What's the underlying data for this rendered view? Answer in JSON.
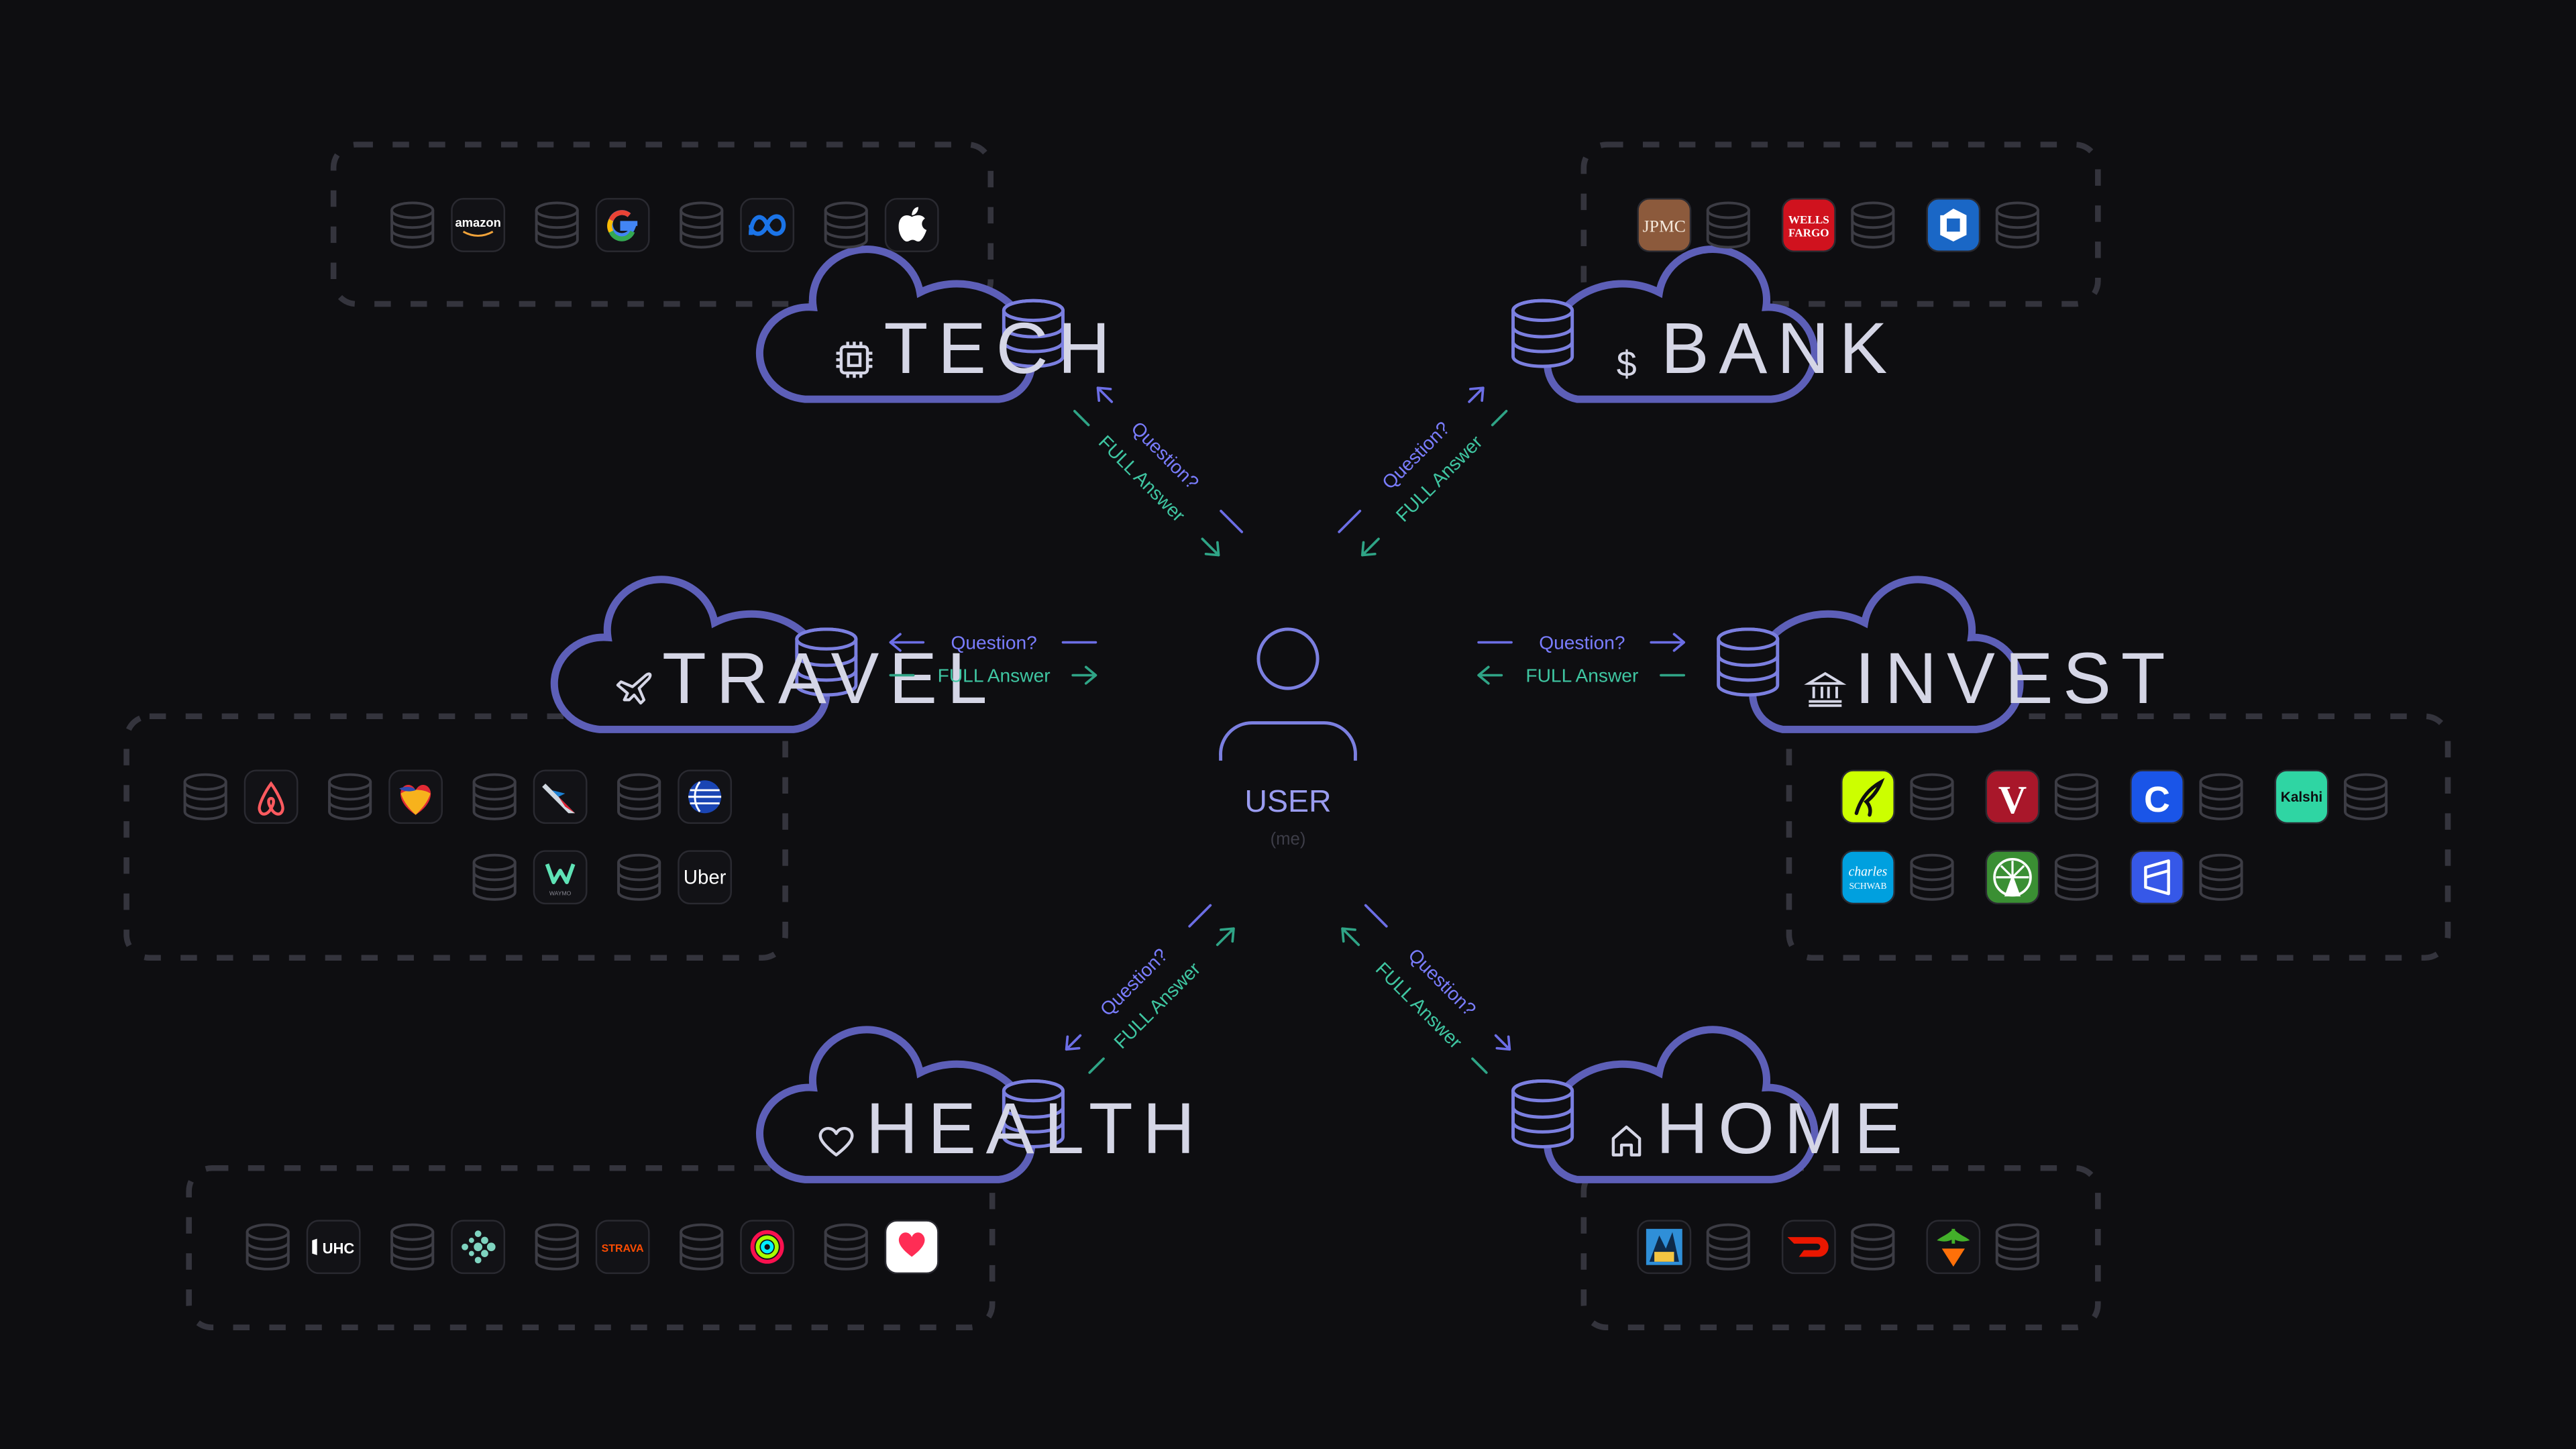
{
  "user": {
    "label": "USER",
    "sub": "(me)"
  },
  "flow": {
    "question": "Question?",
    "answer": "FULL Answer"
  },
  "categories": {
    "tech": {
      "label": "TECH",
      "icon": "cpu-chip-icon",
      "logos": [
        "amazon",
        "google",
        "meta",
        "apple"
      ]
    },
    "bank": {
      "label": "BANK",
      "icon": "dollar-sign-icon",
      "logos": [
        "JPMC",
        "WELLS FARGO",
        "chase"
      ]
    },
    "travel": {
      "label": "TRAVEL",
      "icon": "airplane-icon",
      "logos": [
        "airbnb",
        "southwest",
        "american-airlines",
        "united",
        "waymo",
        "Uber"
      ]
    },
    "invest": {
      "label": "INVEST",
      "icon": "bank-building-icon",
      "logos": [
        "robinhood",
        "vanguard",
        "coinbase",
        "Kalshi",
        "charles SCHWAB",
        "fidelity",
        "public"
      ]
    },
    "health": {
      "label": "HEALTH",
      "icon": "heart-icon",
      "logos": [
        "UHC",
        "fitbit",
        "STRAVA",
        "apple-fitness",
        "apple-health"
      ]
    },
    "home": {
      "label": "HOME",
      "icon": "house-icon",
      "logos": [
        "instacart-blue",
        "doordash",
        "instacart"
      ]
    }
  },
  "logo_text": {
    "amazon": "amazon",
    "jpmc": "JPMC",
    "wells1": "WELLS",
    "wells2": "FARGO",
    "uber": "Uber",
    "kalshi": "Kalshi",
    "schwab1": "charles",
    "schwab2": "SCHWAB",
    "uhc": "UHC",
    "strava": "STRAVA",
    "waymo": "WAYMO",
    "vanguard": "V",
    "coinbase": "C"
  },
  "colors": {
    "background": "#0e0e11",
    "accent": "#7b7fe0",
    "question": "#7a7dff",
    "answer": "#3fc6a2"
  }
}
